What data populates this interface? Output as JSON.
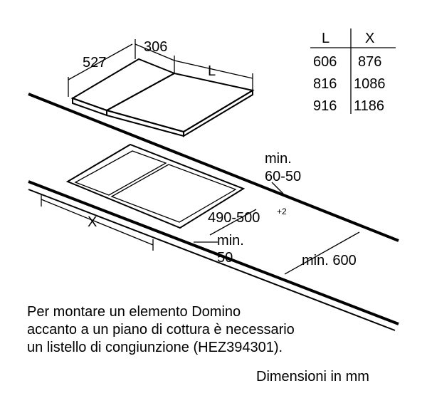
{
  "top_view": {
    "dim_depth": "527",
    "dim_width": "306",
    "dim_length": "L"
  },
  "size_table": {
    "headers": [
      "L",
      "X"
    ],
    "rows": [
      [
        "606",
        "876"
      ],
      [
        "816",
        "1086"
      ],
      [
        "916",
        "1186"
      ]
    ]
  },
  "cutout": {
    "min_front_line1": "min.",
    "min_front_line2": "60-50",
    "cutout_depth": "490-500",
    "cutout_depth_tolerance": "+2",
    "cutout_width": "X",
    "min_side_line1": "min.",
    "min_side_line2": "50",
    "min_wall": "min. 600"
  },
  "note": {
    "lines": [
      "Per montare un elemento Domino",
      "accanto a un piano di cottura è necessario",
      "un listello di congiunzione (HEZ394301)."
    ]
  },
  "units_label": "Dimensioni in mm"
}
